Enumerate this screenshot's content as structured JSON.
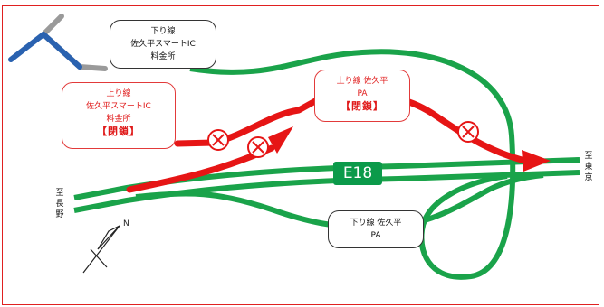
{
  "colors": {
    "frame": "#e02020",
    "road": "#1aa34a",
    "closed_route": "#e61515",
    "connector_gray": "#9a9a9a",
    "connector_blue": "#2a62b0",
    "shield": "#0b9a4a"
  },
  "route_shield": "E18",
  "labels": {
    "down_ic": [
      "下り線",
      "佐久平スマートIC",
      "料金所"
    ],
    "up_ic": [
      "上り線",
      "佐久平スマートIC",
      "料金所"
    ],
    "up_ic_status": "【閉鎖】",
    "up_pa": [
      "上り線 佐久平",
      "PA"
    ],
    "up_pa_status": "【閉鎖】",
    "down_pa": [
      "下り線 佐久平",
      "PA"
    ],
    "to_nagano": [
      "至",
      "長",
      "野"
    ],
    "to_tokyo": [
      "至",
      "東",
      "京"
    ]
  },
  "icons": [
    "closed-x-icon",
    "closed-x-icon",
    "closed-x-icon",
    "north-arrow-icon"
  ],
  "north_label": "N"
}
